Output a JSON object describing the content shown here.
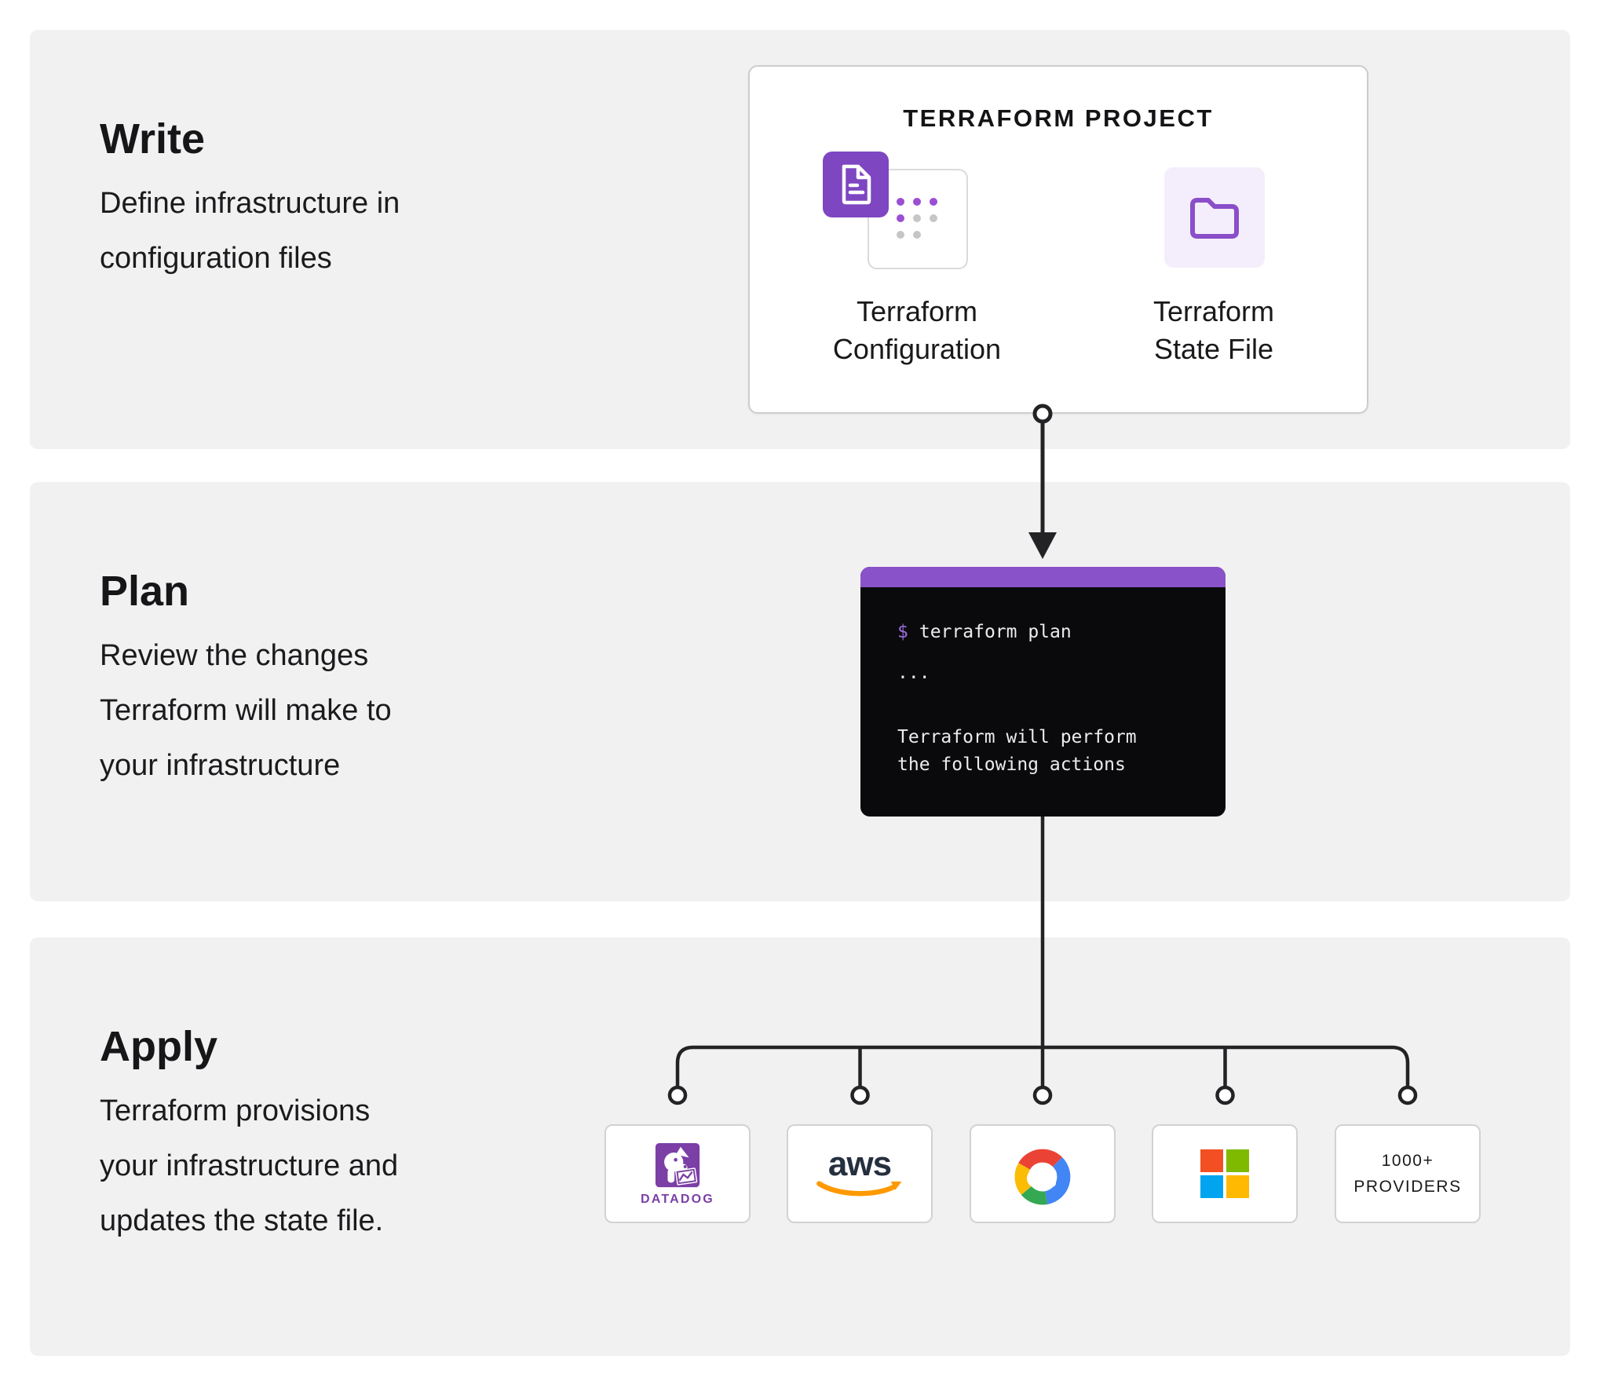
{
  "sections": {
    "write": {
      "title": "Write",
      "description_lines": [
        "Define infrastructure in",
        "configuration files"
      ]
    },
    "plan": {
      "title": "Plan",
      "description_lines": [
        "Review the changes",
        "Terraform will make to",
        "your infrastructure"
      ]
    },
    "apply": {
      "title": "Apply",
      "description_lines": [
        "Terraform provisions",
        "your infrastructure and",
        "updates the state file."
      ]
    }
  },
  "project_card": {
    "title": "TERRAFORM PROJECT",
    "items": [
      {
        "icon": "terraform-configuration-icon",
        "label_lines": [
          "Terraform",
          "Configuration"
        ]
      },
      {
        "icon": "terraform-state-file-icon",
        "label_lines": [
          "Terraform",
          "State File"
        ]
      }
    ]
  },
  "terminal": {
    "prompt": "$",
    "command": "terraform plan",
    "ellipsis": "...",
    "output_lines": [
      "Terraform will perform",
      "the following actions"
    ]
  },
  "providers": [
    {
      "name": "Datadog",
      "icon": "datadog-logo",
      "logo_text": "DATADOG"
    },
    {
      "name": "AWS",
      "icon": "aws-logo",
      "logo_text": "aws"
    },
    {
      "name": "Google Cloud",
      "icon": "google-cloud-logo"
    },
    {
      "name": "Microsoft",
      "icon": "microsoft-logo"
    },
    {
      "name": "1000+ Providers",
      "label_lines": [
        "1000+",
        "PROVIDERS"
      ]
    }
  ],
  "colors": {
    "section_background": "#f1f1f2",
    "terminal_bar_purple": "#8a52c8",
    "doc_icon_purple": "#7e46c1",
    "state_file_bg": "#f4edfb",
    "folder_purple": "#8a4ec9",
    "dot_purple": "#9a4fd4",
    "dot_gray": "#c6c6c8",
    "connector_black": "#232326",
    "terminal_background": "#0a0a0c",
    "terminal_text": "#ececee",
    "terminal_prompt_purple": "#9d6ce0",
    "datadog_purple": "#7b3fa6",
    "aws_navy": "#252f3e",
    "aws_orange": "#ff9900",
    "gcp_blue": "#4285f4",
    "gcp_red": "#ea4335",
    "gcp_yellow": "#fbbc05",
    "gcp_green": "#34a853",
    "ms_red": "#f25022",
    "ms_green": "#7fba00",
    "ms_blue": "#00a4ef",
    "ms_yellow": "#ffb900"
  }
}
